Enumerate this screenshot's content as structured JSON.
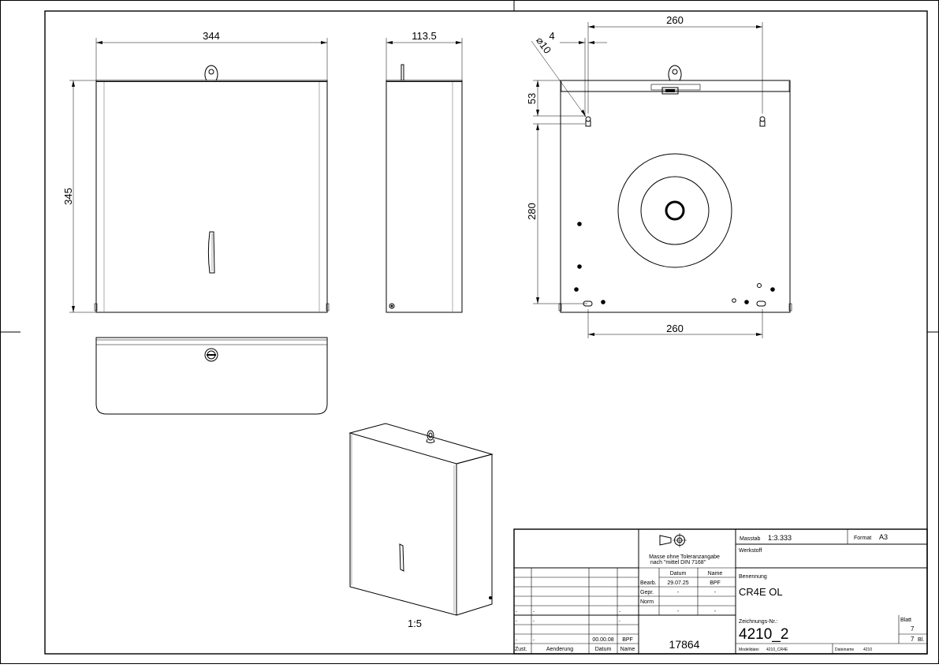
{
  "dimensions": {
    "front_width": "344",
    "front_height": "345",
    "side_depth": "113.5",
    "back_width_top": "260",
    "back_width_bottom": "260",
    "hole_offset": "4",
    "hole_diameter": "⌀10",
    "top_to_hole": "53",
    "hole_spacing_vertical": "280"
  },
  "iso_scale": "1:5",
  "title_block": {
    "tolerance_note_line1": "Masse ohne Toleranzangabe",
    "tolerance_note_line2": "nach \"mittel DIN 7168\"",
    "col_datum": "Datum",
    "col_name": "Name",
    "row_bearb": "Bearb.",
    "row_gepr": "Gepr.",
    "row_norm": "Norm",
    "bearb_datum": "29.07.25",
    "bearb_name": "BPF",
    "dash": "-",
    "rev_datum": "00.00.08",
    "rev_name": "BPF",
    "label_zust": "Zust.",
    "label_aenderung": "Aenderung",
    "label_datum": "Datum",
    "label_name": "Name",
    "drawing_id": "17864",
    "label_masstab": "Masstab",
    "masstab_value": "1:3.333",
    "label_format": "Format",
    "format_value": "A3",
    "label_werkstoff": "Werkstoff",
    "label_benennung": "Benennung",
    "benennung_value": "CR4E OL",
    "label_zeichnungs_nr": "Zeichnungs-Nr.:",
    "zeichnungs_nr_value": "4210_2",
    "label_blatt": "Blatt",
    "blatt_value": "7",
    "blatt_total": "7",
    "label_bl": "Bl.",
    "label_modelldatei": "Modelldatei",
    "modelldatei_value": "4210_CR4E",
    "label_dateiname": "Dateiname",
    "dateiname_value": "4210"
  }
}
